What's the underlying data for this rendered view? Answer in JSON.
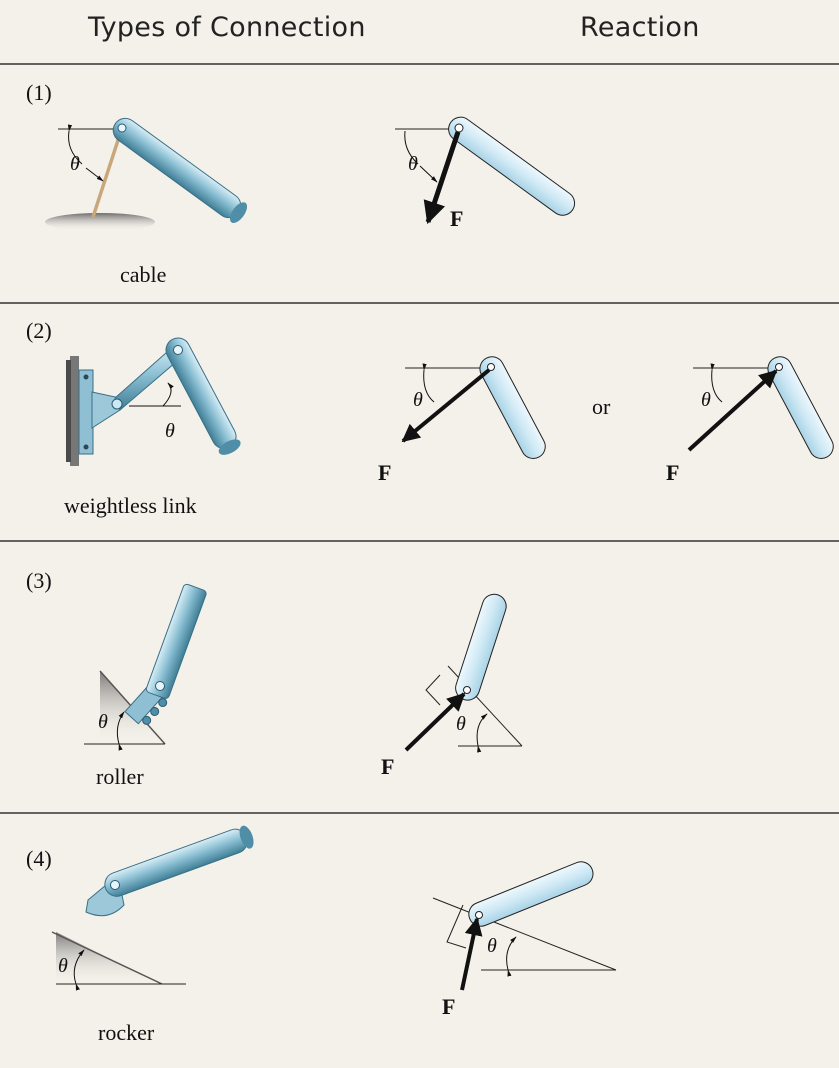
{
  "header": {
    "types_label": "Types of Connection",
    "reaction_label": "Reaction"
  },
  "rows": [
    {
      "number": "(1)",
      "name": "cable",
      "angle_symbol": "θ",
      "force_label": "F"
    },
    {
      "number": "(2)",
      "name": "weightless link",
      "angle_symbol": "θ",
      "force_label": "F",
      "or_label": "or"
    },
    {
      "number": "(3)",
      "name": "roller",
      "angle_symbol": "θ",
      "force_label": "F"
    },
    {
      "number": "(4)",
      "name": "rocker",
      "angle_symbol": "θ",
      "force_label": "F"
    }
  ],
  "colors": {
    "background": "#f4f1ea",
    "member_steel": "#7fb4c8",
    "member_light": "#cde8f4",
    "arrow": "#111111",
    "divider": "#333333"
  }
}
